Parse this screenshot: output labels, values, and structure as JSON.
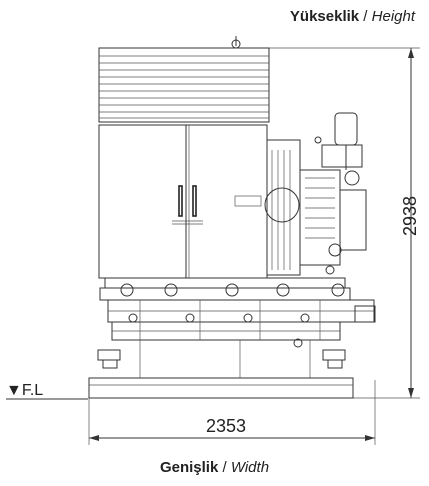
{
  "captions": {
    "height_bold": "Yükseklik",
    "height_sep": " / ",
    "height_italic": "Height",
    "width_bold": "Genişlik",
    "width_sep": " / ",
    "width_italic": "Width"
  },
  "dimensions": {
    "height_value": "2938",
    "width_value": "2353",
    "floor_level": "▼F.L"
  }
}
